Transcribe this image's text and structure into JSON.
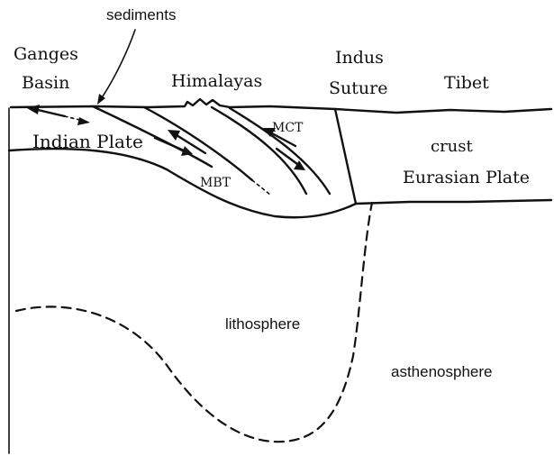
{
  "labels": {
    "sediments": "sediments",
    "ganges_line1": "Ganges",
    "ganges_line2": "Basin",
    "himalayas": "Himalayas",
    "indus_line1": "Indus",
    "indus_line2": "Suture",
    "tibet": "Tibet",
    "indian_plate": "Indian Plate",
    "mct": "MCT",
    "mbt": "MBT",
    "crust": "crust",
    "eurasian_plate": "Eurasian Plate",
    "lithosphere": "lithosphere",
    "asthenosphere": "asthenosphere"
  }
}
